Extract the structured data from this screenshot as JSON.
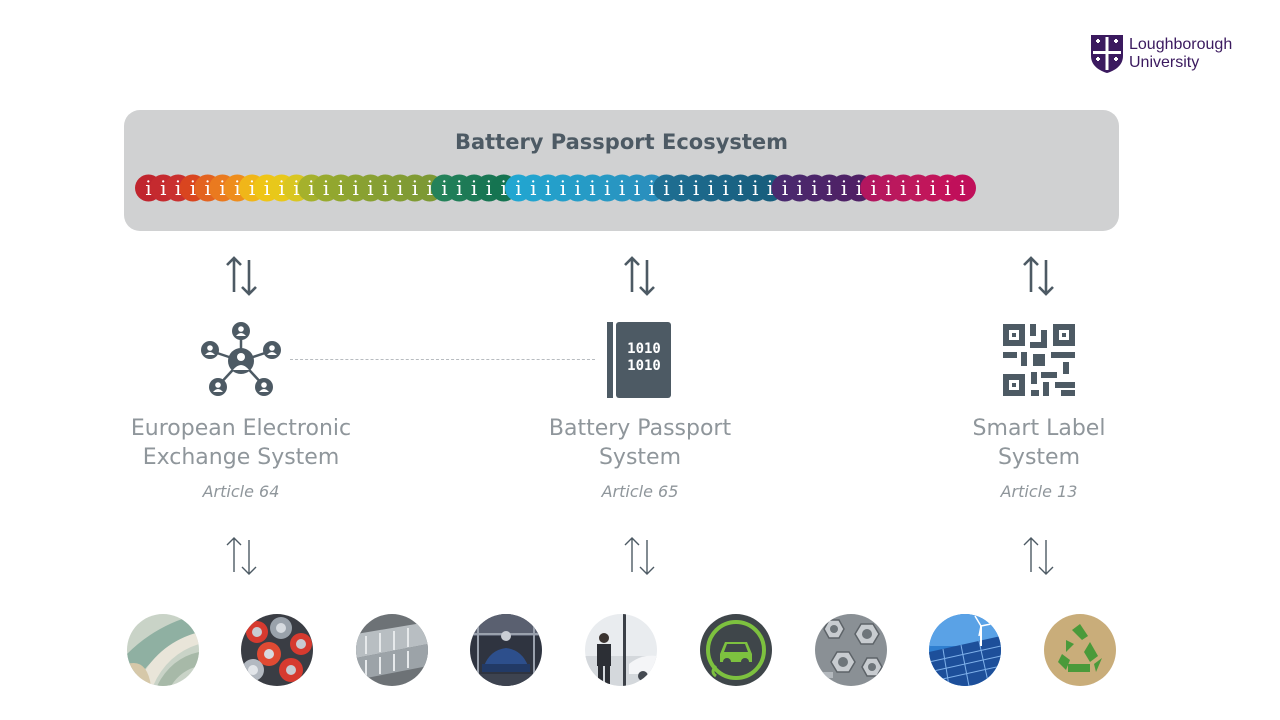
{
  "logo": {
    "line1": "Loughborough",
    "line2": "University"
  },
  "ecosystem": {
    "title": "Battery Passport Ecosystem",
    "chain_letter": "i",
    "chain_colors": [
      "#c0252e",
      "#c52a2f",
      "#c9302f",
      "#d9451f",
      "#e36320",
      "#ea7a1f",
      "#ee8d1c",
      "#f0b619",
      "#efc516",
      "#e8c81a",
      "#d9c621",
      "#a5b12c",
      "#98aa2e",
      "#92a72f",
      "#8da431",
      "#89a132",
      "#869f33",
      "#839d33",
      "#809b34",
      "#7d9934",
      "#24825a",
      "#1f7e58",
      "#1d7a56",
      "#187653",
      "#157451",
      "#21a6d1",
      "#22a4cf",
      "#23a1cc",
      "#249fca",
      "#259dc8",
      "#269bc6",
      "#2799c4",
      "#2896c2",
      "#2993c0",
      "#2a90be",
      "#1f6f93",
      "#1e6d90",
      "#1d6a8d",
      "#1c688a",
      "#1b6587",
      "#1a6384",
      "#196181",
      "#185f7e",
      "#4a2a6f",
      "#4b286d",
      "#4c266b",
      "#4d2469",
      "#4e2267",
      "#4f2065",
      "#b3165f",
      "#b7175e",
      "#bb185d",
      "#be195c",
      "#c1165b",
      "#c4125a",
      "#c00f5a"
    ]
  },
  "systems": [
    {
      "name_line1": "European Electronic",
      "name_line2": "Exchange System",
      "article": "Article 64",
      "icon": "network-people-icon"
    },
    {
      "name_line1": "Battery Passport",
      "name_line2": "System",
      "article": "Article 65",
      "icon": "binary-book-icon"
    },
    {
      "name_line1": "Smart Label",
      "name_line2": "System",
      "article": "Article 13",
      "icon": "qr-code-icon"
    }
  ],
  "photos": [
    "mining-photo",
    "batteries-photo",
    "battery-cells-photo",
    "car-factory-photo",
    "ev-charging-person-photo",
    "ev-charging-icon-photo",
    "nuts-bolts-photo",
    "solar-wind-photo",
    "recycling-photo"
  ],
  "colors": {
    "icon": "#4d5a64",
    "label": "#8f969b",
    "brand": "#3b1a5f"
  }
}
